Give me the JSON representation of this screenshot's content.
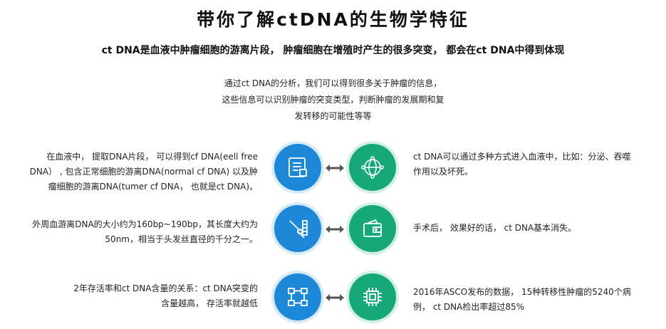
{
  "title": "带你了解ctDNA的生物学特征",
  "subtitle": "ct DNA是血液中肿瘤细胞的游离片段， 肿瘤细胞在增殖时产生的很多突变， 都会在ct DNA中得到体现",
  "intro": [
    "通过ct DNA的分析，我们可以得到很多关于肿瘤的信息，",
    "这些信息可以识别肿瘤的突变类型，判断肿瘤的发展期和复",
    "发转移的可能性等等"
  ],
  "rows": [
    {
      "left": [
        "在血液中， 提取DNA片段， 可以得到cf DNA(eell free",
        "DNA） , 包含正常细胞的游离DNA(normal cf DNA) 以及肿",
        "瘤细胞的游离DNA(tumer cf DNA， 也就是ct DNA)。"
      ],
      "right": [
        "ct DNA可以通过多种方式进入血液中，比如：分泌、吞噬",
        "作用以及坏死。"
      ],
      "icon_left": "document-list-icon",
      "icon_right": "globe-network-icon"
    },
    {
      "left": [
        "外周血游离DNA的大小约为160bp~190bp，其长度大约为",
        "50nm，相当于头发丝直径的千分之一。"
      ],
      "right": [
        "手术后， 效果好的话， ct DNA基本消失。"
      ],
      "icon_left": "syringe-icon",
      "icon_right": "wallet-card-icon"
    },
    {
      "left": [
        "2年存活率和ct DNA含量的关系：ct DNA突变的",
        "含量越高， 存活率就越低"
      ],
      "right": [
        "2016年ASCO发布的数据， 15种转移性肿瘤的5240个病",
        "例， ct DNA检出率超过85%"
      ],
      "icon_left": "flowchart-icon",
      "icon_right": "chip-icon"
    }
  ],
  "colors": {
    "blue": "#1e88d8",
    "green": "#17a87a",
    "arrow": "#555555"
  }
}
